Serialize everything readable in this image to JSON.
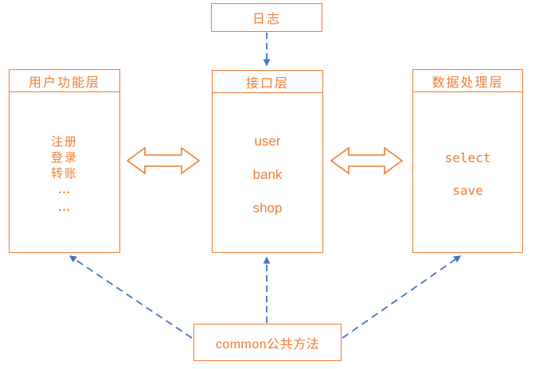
{
  "diagram": {
    "colors": {
      "box_border": "#ED7D31",
      "box_text": "#ED7D31",
      "connector_blue": "#4472C4"
    },
    "nodes": {
      "log": {
        "title": "日志"
      },
      "user_layer": {
        "title": "用户功能层",
        "items": [
          "注册",
          "登录",
          "转账",
          "...",
          "..."
        ]
      },
      "interface_layer": {
        "title": "接口层",
        "items": [
          "user",
          "bank",
          "shop"
        ]
      },
      "data_layer": {
        "title": "数据处理层",
        "items": [
          "select",
          "save"
        ]
      },
      "common": {
        "title": "common公共方法"
      }
    },
    "edges": [
      {
        "from": "log",
        "to": "interface_layer",
        "style": "blue-dashed-arrow"
      },
      {
        "from": "common",
        "to": "interface_layer",
        "style": "blue-dashed-arrow"
      },
      {
        "from": "common",
        "to": "user_layer",
        "style": "blue-dashed-arrow"
      },
      {
        "from": "common",
        "to": "data_layer",
        "style": "blue-dashed-arrow"
      },
      {
        "from": "user_layer",
        "to": "interface_layer",
        "style": "orange-double-arrow"
      },
      {
        "from": "interface_layer",
        "to": "data_layer",
        "style": "orange-double-arrow"
      }
    ]
  }
}
